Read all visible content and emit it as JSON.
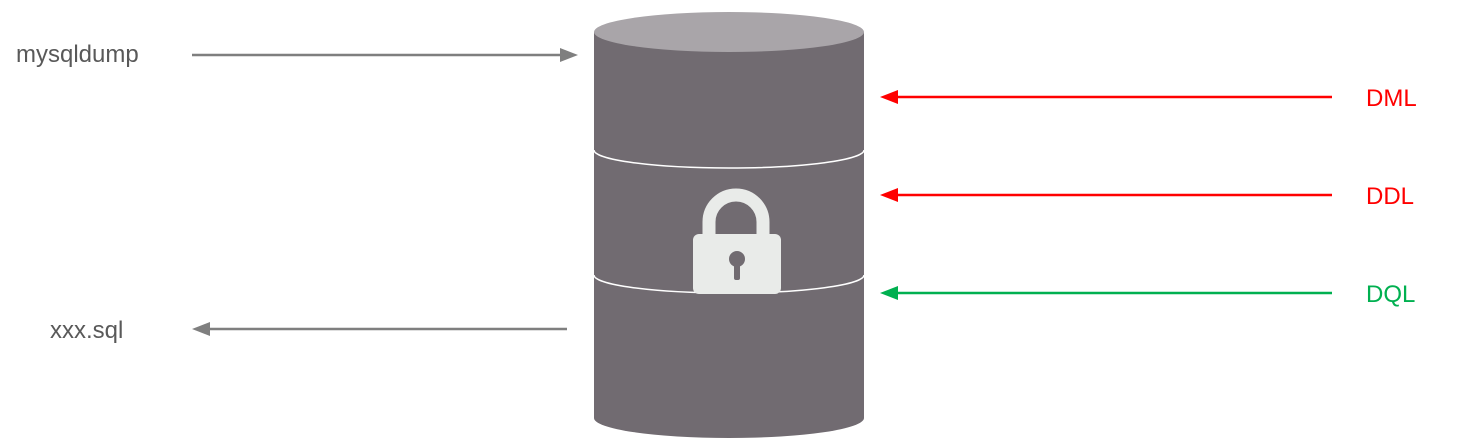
{
  "labels": {
    "mysqldump": "mysqldump",
    "xxx_sql": "xxx.sql",
    "dml": "DML",
    "ddl": "DDL",
    "dql": "DQL"
  },
  "colors": {
    "gray_arrow": "#7f7f7f",
    "gray_text": "#595959",
    "red": "#ff0000",
    "green": "#00b050",
    "cylinder_body": "#716b71",
    "cylinder_top": "#a9a5a9",
    "lock": "#e9ebe9"
  },
  "icons": {
    "database": "database-cylinder-icon",
    "lock": "lock-icon"
  }
}
